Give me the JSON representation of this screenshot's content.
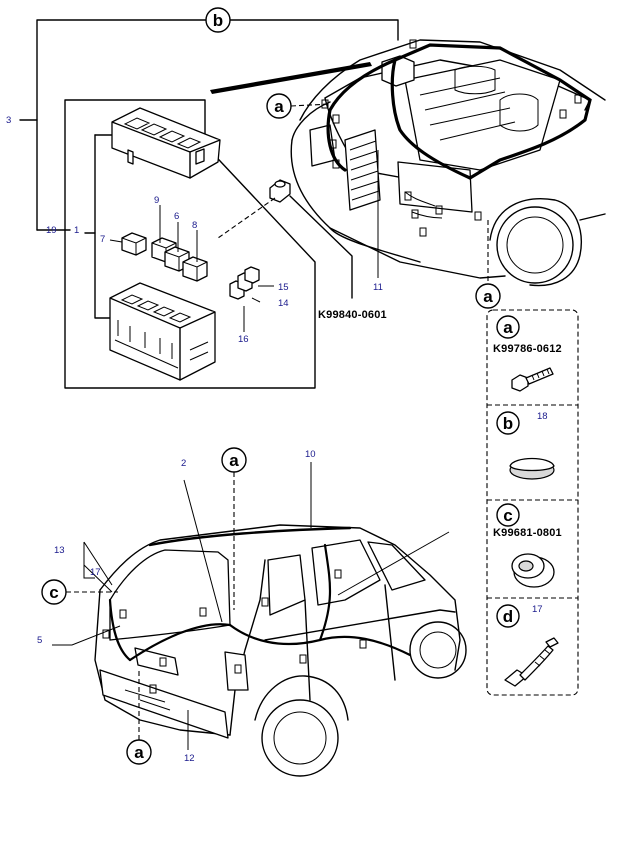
{
  "callout_letters": {
    "b_top": "b",
    "a_engine": "a",
    "a_front_bottom": "a",
    "a_rear_top": "a",
    "c_rear": "c",
    "a_rear_bottom": "a"
  },
  "part_numbers": {
    "n1": "1",
    "n2": "2",
    "n3": "3",
    "n5": "5",
    "n6": "6",
    "n7": "7",
    "n8": "8",
    "n9": "9",
    "n10": "10",
    "n11": "11",
    "n12": "12",
    "n13": "13",
    "n14": "14",
    "n15": "15",
    "n16": "16",
    "n17_rear": "17",
    "n19": "19"
  },
  "codes": {
    "front_part_code": "K99840-0601"
  },
  "detail_panel": {
    "items": [
      {
        "letter": "a",
        "number": "",
        "code": "K99786-0612",
        "part": "bolt"
      },
      {
        "letter": "b",
        "number": "18",
        "code": "",
        "part": "plug"
      },
      {
        "letter": "c",
        "number": "",
        "code": "K99681-0801",
        "part": "grommet"
      },
      {
        "letter": "d",
        "number": "17",
        "code": "",
        "part": "harness-connector"
      }
    ]
  }
}
